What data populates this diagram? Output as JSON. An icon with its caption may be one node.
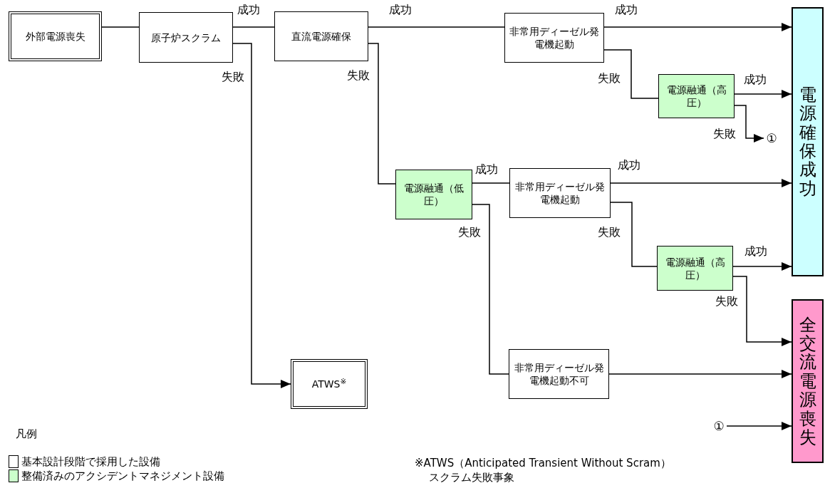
{
  "diagram": {
    "nodes": [
      {
        "text": [
          "外部電源喪失"
        ]
      },
      {
        "text": [
          "原子炉スクラム"
        ]
      },
      {
        "text": [
          "直流電源確保"
        ]
      },
      {
        "text": [
          "非常用ディーゼル発電機起動"
        ]
      },
      {
        "text": [
          "電源融通（高圧）"
        ]
      },
      {
        "text": [
          "①"
        ]
      },
      {
        "text": [
          "電源確保成功"
        ]
      },
      {
        "text": [
          "電源融通（低圧）"
        ]
      },
      {
        "text": [
          "非常用ディーゼル発電機起動"
        ]
      },
      {
        "text": [
          "電源融通（高圧）"
        ]
      },
      {
        "text": [
          "ATWS$^{※}$"
        ]
      },
      {
        "text": [
          "非常用ディーゼル発電機起動不可"
        ]
      },
      {
        "text": [
          "①"
        ]
      },
      {
        "text": [
          "全交流電源喪失"
        ]
      }
    ],
    "edges": [
      {
        "from": 0,
        "to": 1,
        "arrow": "none"
      },
      {
        "from": 1,
        "to": 2,
        "arrow": "none",
        "label": "成功"
      },
      {
        "from": 1,
        "to": 10,
        "arrow": "to",
        "label": "失敗"
      },
      {
        "from": 2,
        "to": 3,
        "arrow": "none",
        "label": "成功"
      },
      {
        "from": 2,
        "to": 7,
        "arrow": "none",
        "label": "失敗"
      },
      {
        "from": 3,
        "to": 6,
        "arrow": "to",
        "label": "成功"
      },
      {
        "from": 3,
        "to": 4,
        "arrow": "none",
        "label": "失敗"
      },
      {
        "from": 4,
        "to": 6,
        "arrow": "to",
        "label": "成功"
      },
      {
        "from": 4,
        "to": 5,
        "arrow": "to",
        "label": "失敗"
      },
      {
        "from": 7,
        "to": 8,
        "arrow": "none",
        "label": "成功"
      },
      {
        "from": 7,
        "to": 11,
        "arrow": "none",
        "label": "失敗"
      },
      {
        "from": 8,
        "to": 6,
        "arrow": "to",
        "label": "成功"
      },
      {
        "from": 8,
        "to": 9,
        "arrow": "none",
        "label": "失敗"
      },
      {
        "from": 9,
        "to": 6,
        "arrow": "to",
        "label": "成功"
      },
      {
        "from": 9,
        "to": 13,
        "arrow": "to",
        "label": "失敗"
      },
      {
        "from": 11,
        "to": 13,
        "arrow": "to"
      },
      {
        "from": 12,
        "to": 13,
        "arrow": "to"
      }
    ],
    "labels": [
      "凡例",
      "※ATWS（Anticipated Transient Without Scram）",
      "スクラム失敗事象"
    ],
    "legend": [
      {
        "text": "基本設計段階で採用した設備",
        "color": "#ffffff"
      },
      {
        "text": "整備済みのアクシデントマネジメント設備",
        "color": "#ccffcc"
      }
    ]
  }
}
